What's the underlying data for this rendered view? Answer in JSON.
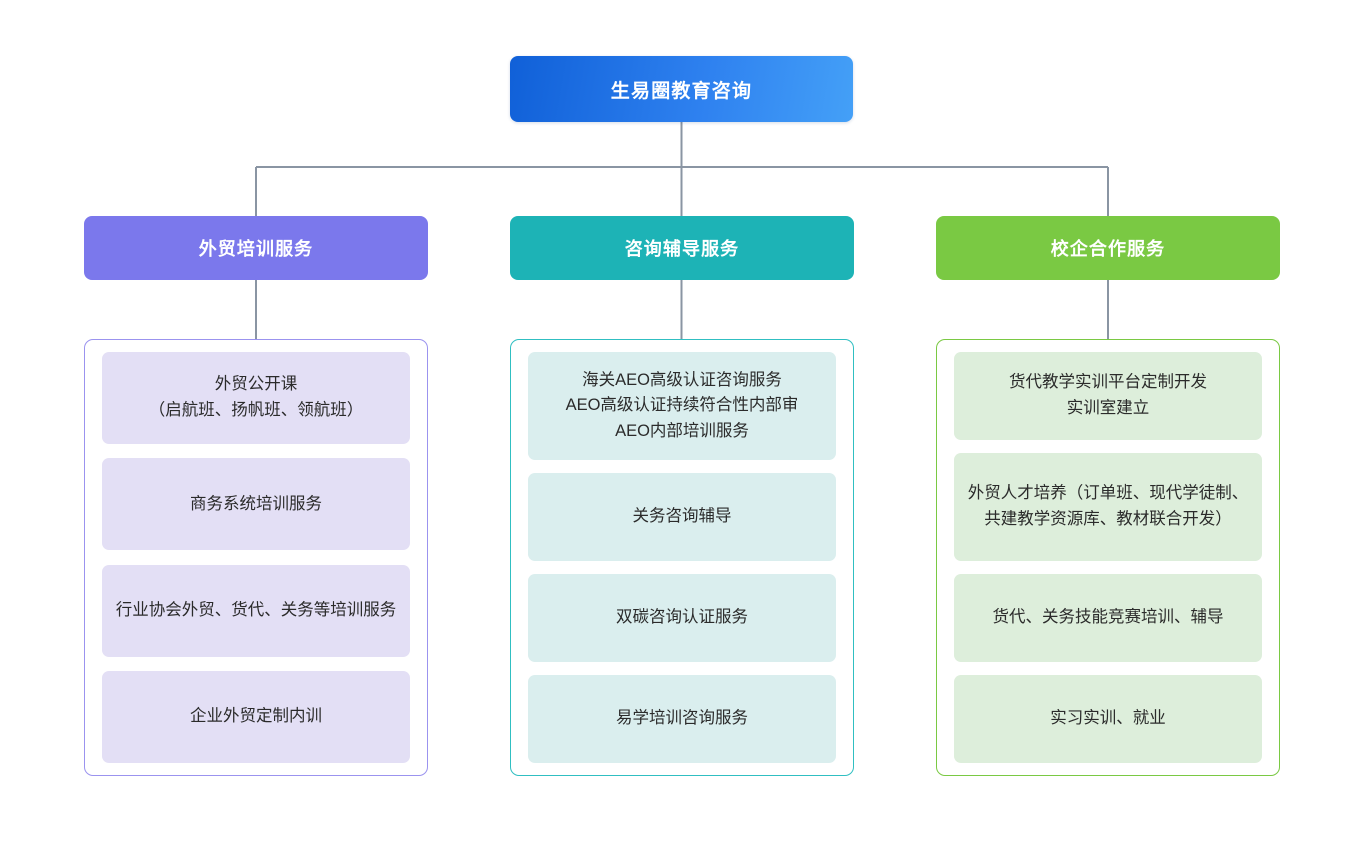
{
  "diagram": {
    "type": "organizational-tree",
    "root": {
      "label": "生易圈教育咨询",
      "color": "#1f74e6"
    },
    "connector_color": "#8a95a3",
    "branches": [
      {
        "id": "training",
        "label": "外贸培训服务",
        "header_color": "#7b78ec",
        "border_color": "#9b93ef",
        "card_color": "#e3dff5",
        "items": [
          "外贸公开课\n（启航班、扬帆班、领航班）",
          "商务系统培训服务",
          "行业协会外贸、货代、关务等培训服务",
          "企业外贸定制内训"
        ]
      },
      {
        "id": "consulting",
        "label": "咨询辅导服务",
        "header_color": "#1db3b6",
        "border_color": "#30bfc2",
        "card_color": "#daeeee",
        "items": [
          "海关AEO高级认证咨询服务\nAEO高级认证持续符合性内部审\nAEO内部培训服务",
          "关务咨询辅导",
          "双碳咨询认证服务",
          "易学培训咨询服务"
        ]
      },
      {
        "id": "school-enterprise",
        "label": "校企合作服务",
        "header_color": "#7ac943",
        "border_color": "#7ac943",
        "card_color": "#ddeedb",
        "items": [
          "货代教学实训平台定制开发\n实训室建立",
          "外贸人才培养（订单班、现代学徒制、共建教学资源库、教材联合开发）",
          "货代、关务技能竞赛培训、辅导",
          "实习实训、就业"
        ]
      }
    ]
  }
}
